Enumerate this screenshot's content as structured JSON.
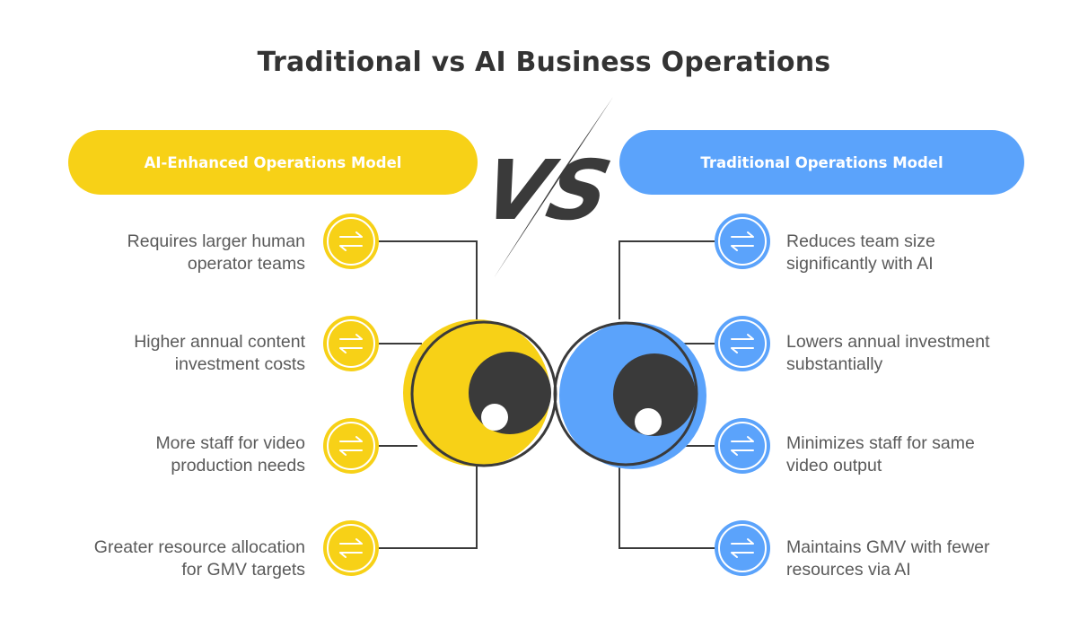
{
  "title": "Traditional vs AI Business Operations",
  "vs_label": "VS",
  "colors": {
    "yellow": "#f7d117",
    "blue": "#5ba3fb",
    "dark": "#3a3a3a",
    "text": "#5a5a5a"
  },
  "left_panel": {
    "header": "AI-Enhanced Operations Model",
    "items": [
      {
        "line1": "Requires larger human",
        "line2": "operator teams",
        "icon": "swap-arrows-icon"
      },
      {
        "line1": "Higher annual content",
        "line2": "investment costs",
        "icon": "swap-arrows-icon"
      },
      {
        "line1": "More staff for video",
        "line2": "production needs",
        "icon": "swap-arrows-icon"
      },
      {
        "line1": "Greater resource allocation",
        "line2": "for GMV targets",
        "icon": "swap-arrows-icon"
      }
    ]
  },
  "right_panel": {
    "header": "Traditional Operations Model",
    "items": [
      {
        "line1": "Reduces team size",
        "line2": "significantly with AI",
        "icon": "swap-arrows-icon"
      },
      {
        "line1": "Lowers annual investment",
        "line2": "substantially",
        "icon": "swap-arrows-icon"
      },
      {
        "line1": "Minimizes staff for same",
        "line2": "video output",
        "icon": "swap-arrows-icon"
      },
      {
        "line1": "Maintains GMV with fewer",
        "line2": "resources via AI",
        "icon": "swap-arrows-icon"
      }
    ]
  }
}
